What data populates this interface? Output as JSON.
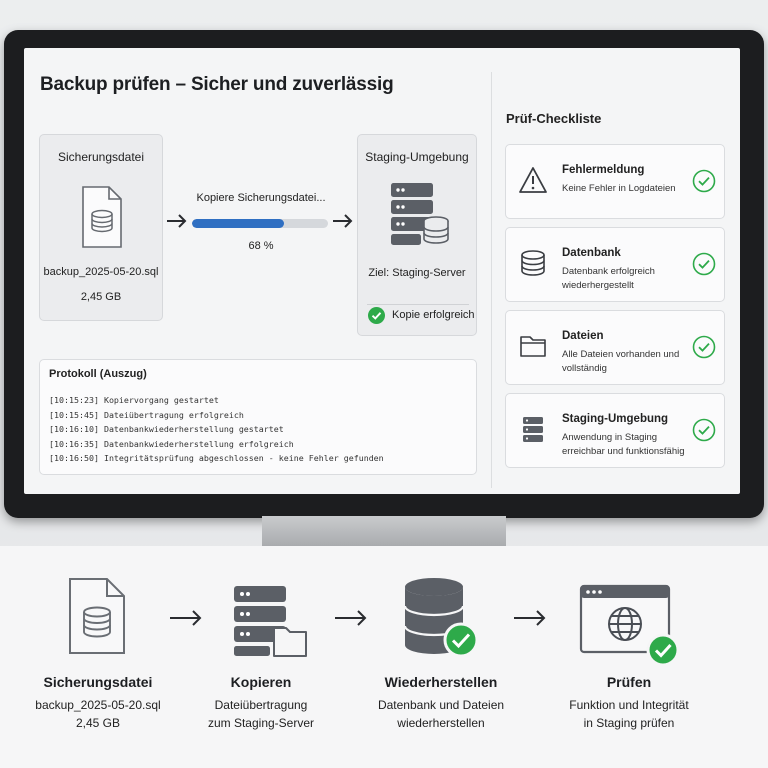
{
  "screen": {
    "title": "Backup prüfen – Sicher und zuverlässig"
  },
  "source": {
    "heading": "Sicherungsdatei",
    "filename": "backup_2025-05-20.sql",
    "size": "2,45 GB"
  },
  "transfer": {
    "label": "Kopiere Sicherungsdatei...",
    "progress": 0.68,
    "percent_text": "68 %"
  },
  "target": {
    "heading": "Staging-Umgebung",
    "target_text": "Ziel: Staging-Server",
    "status_text": "Kopie erfolgreich"
  },
  "log": {
    "title": "Protokoll (Auszug)",
    "lines": [
      "[10:15:23] Kopiervorgang gestartet",
      "[10:15:45] Dateiübertragung erfolgreich",
      "[10:16:10] Datenbankwiederherstellung gestartet",
      "[10:16:35] Datenbankwiederherstellung erfolgreich",
      "[10:16:50] Integritätsprüfung abgeschlossen - keine Fehler gefunden"
    ]
  },
  "checklist": {
    "title": "Prüf-Checkliste",
    "items": [
      {
        "icon": "warning-icon",
        "name": "Fehlermeldung",
        "desc": "Keine Fehler in Logdateien"
      },
      {
        "icon": "database-icon",
        "name": "Datenbank",
        "desc": "Datenbank erfolgreich wiederhergestellt"
      },
      {
        "icon": "folder-icon",
        "name": "Dateien",
        "desc": "Alle Dateien vorhanden und vollständig"
      },
      {
        "icon": "server-icon",
        "name": "Staging-Umgebung",
        "desc": "Anwendung in Staging erreichbar und funktionsfähig"
      }
    ]
  },
  "process": {
    "steps": [
      {
        "icon": "database-file-icon",
        "title": "Sicherungsdatei",
        "desc1": "backup_2025-05-20.sql",
        "desc2": "2,45 GB"
      },
      {
        "icon": "server-folder-icon",
        "title": "Kopieren",
        "desc1": "Dateiübertragung",
        "desc2": "zum Staging-Server"
      },
      {
        "icon": "database-check-icon",
        "title": "Wiederherstellen",
        "desc1": "Datenbank und Dateien",
        "desc2": "wiederherstellen"
      },
      {
        "icon": "browser-globe-check-icon",
        "title": "Prüfen",
        "desc1": "Funktion und Integrität",
        "desc2": "in Staging prüfen"
      }
    ]
  },
  "colors": {
    "accent": "#2f6fc2",
    "success": "#2eaa4a",
    "icon_gray": "#5b5f66"
  }
}
